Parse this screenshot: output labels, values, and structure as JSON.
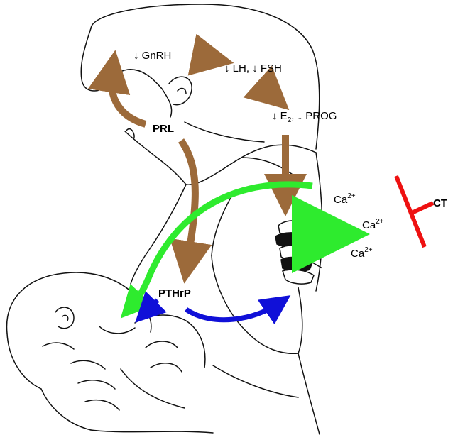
{
  "labels": {
    "gnrh": "GnRH",
    "lh": "LH,",
    "fsh": "FSH",
    "e_main": "E",
    "e_sub": "2",
    "e_comma": ",",
    "prog": "PROG",
    "prl": "PRL",
    "pthrp": "PTHrP",
    "ct": "CT",
    "ca_main": "Ca",
    "ca_sup": "2+",
    "down_arrow": "↓"
  },
  "colors": {
    "prl_pathway": "#9C6A3A",
    "calcium_flow": "#2EEB2E",
    "pthrp_pathway": "#1010D8",
    "calcitonin": "#EE1111",
    "outline": "#111111"
  },
  "icons": [
    "down-arrow-icon",
    "vertebrae-icon",
    "inhibition-bar-icon"
  ]
}
